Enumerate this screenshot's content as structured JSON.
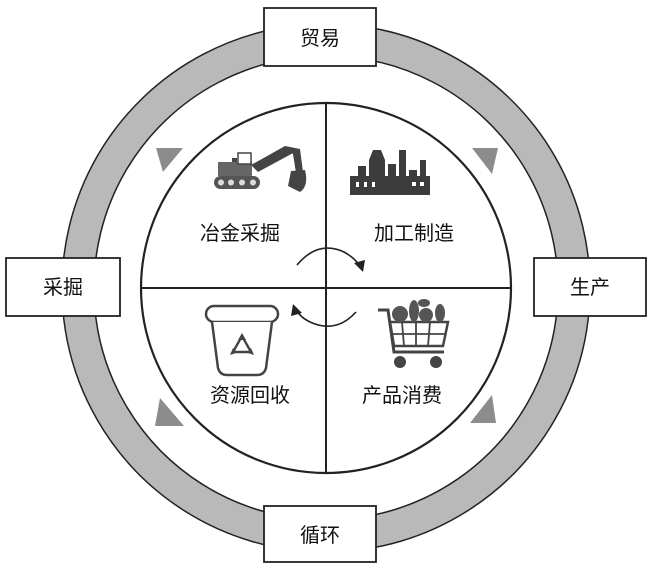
{
  "outer_labels": {
    "top": "贸易",
    "left": "采掘",
    "right": "生产",
    "bottom": "循环"
  },
  "quadrants": {
    "top_left": "冶金采掘",
    "top_right": "加工制造",
    "bottom_left": "资源回收",
    "bottom_right": "产品消费"
  },
  "icons": {
    "top_left": "excavator-icon",
    "top_right": "factory-icon",
    "bottom_left": "recycle-bin-icon",
    "bottom_right": "shopping-cart-icon"
  },
  "colors": {
    "ring": "#b9b9b9",
    "arrow": "#8c8c8c",
    "stroke": "#222222",
    "icon": "#444444"
  }
}
